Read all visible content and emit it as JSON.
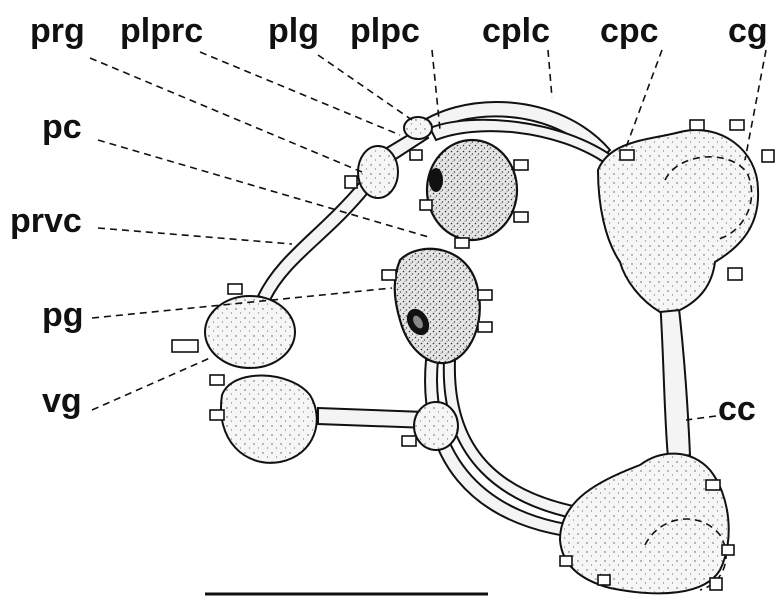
{
  "figure": {
    "labels": {
      "prg": "prg",
      "plprc": "plprc",
      "plg": "plg",
      "plpc": "plpc",
      "cplc": "cplc",
      "cpc": "cpc",
      "cg": "cg",
      "pc": "pc",
      "prvc": "prvc",
      "pg": "pg",
      "vg": "vg",
      "cc": "cc"
    },
    "colors": {
      "ink": "#111111",
      "paper": "#ffffff"
    },
    "scale_bar": true
  }
}
